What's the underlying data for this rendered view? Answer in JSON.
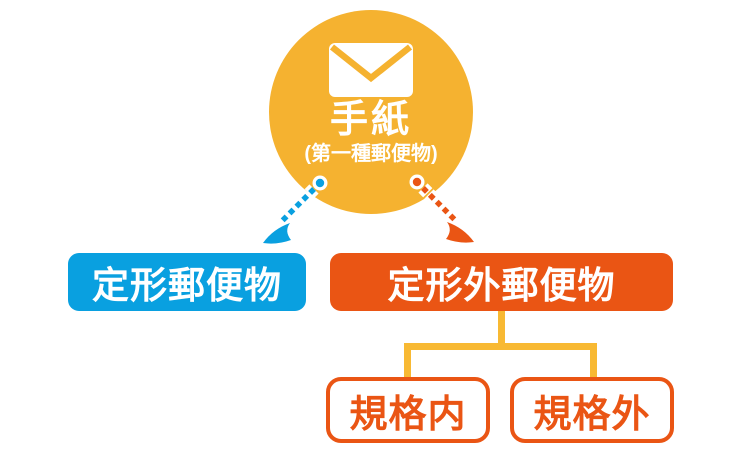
{
  "diagram": {
    "root_node": {
      "icon": "envelope-icon",
      "title": "手紙",
      "subtitle": "(第一種郵便物)"
    },
    "level1": [
      {
        "label": "定形郵便物"
      },
      {
        "label": "定形外郵便物"
      }
    ],
    "level2": [
      {
        "label": "規格内"
      },
      {
        "label": "規格外"
      }
    ],
    "colors": {
      "root_circle": "#F5B230",
      "connector_line": "#F8B933",
      "branch_left_fill": "#09A0E0",
      "branch_right_fill": "#EA5514",
      "sub_box_border": "#EA5514",
      "sub_box_text": "#EA5514",
      "node_text": "#FFFFFF"
    }
  }
}
